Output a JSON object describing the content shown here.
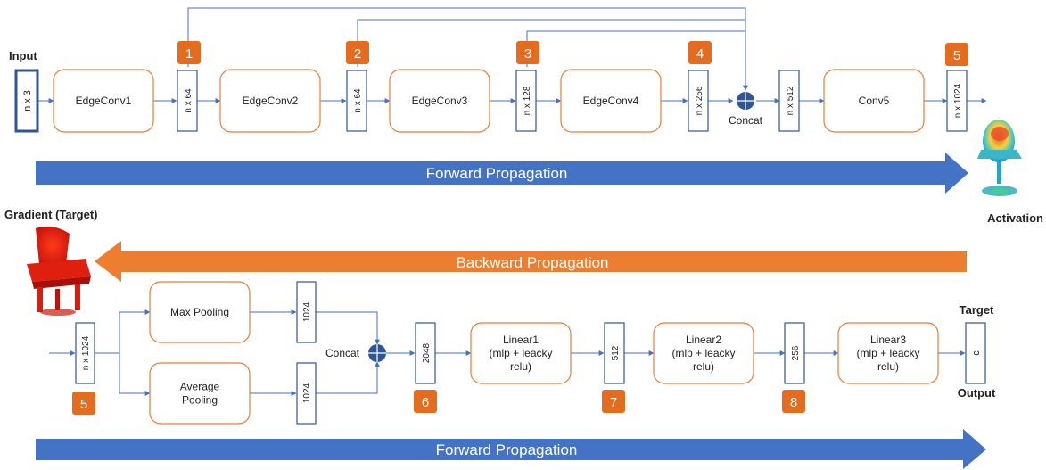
{
  "colors": {
    "blue": "#4472c4",
    "dark_blue": "#2f5597",
    "orange": "#ed7d31",
    "badge_orange": "#e36c1f",
    "text": "#222222"
  },
  "labels": {
    "input": "Input",
    "activation": "Activation",
    "gradient_target": "Gradient (Target)",
    "target": "Target",
    "output": "Output",
    "concat": "Concat",
    "forward": "Forward Propagation",
    "backward": "Backward Propagation"
  },
  "blocks": {
    "edgeconv1": [
      "EdgeConv1"
    ],
    "edgeconv2": [
      "EdgeConv2"
    ],
    "edgeconv3": [
      "EdgeConv3"
    ],
    "edgeconv4": [
      "EdgeConv4"
    ],
    "conv5": [
      "Conv5"
    ],
    "max_pooling": [
      "Max Pooling"
    ],
    "average_pooling": [
      "Average",
      "Pooling"
    ],
    "linear1": [
      "Linear1",
      "(mlp + leacky",
      "relu)"
    ],
    "linear2": [
      "Linear2",
      "(mlp + leacky",
      "relu)"
    ],
    "linear3": [
      "Linear3",
      "(mlp + leacky",
      "relu)"
    ]
  },
  "tensors": {
    "in": "n x 3",
    "t1": "n x 64",
    "t2": "n x 64",
    "t3": "n x 128",
    "t4": "n x 256",
    "t5": "n x 512",
    "t6": "n x 1024",
    "b_in": "n x 1024",
    "max_out": "1024",
    "avg_out": "1024",
    "cat": "2048",
    "l1": "512",
    "l2": "256",
    "out": "c"
  },
  "badges": {
    "b1": "1",
    "b2": "2",
    "b3": "3",
    "b4": "4",
    "b5": "5",
    "b6": "5",
    "b7": "6",
    "b8": "7",
    "b9": "8"
  }
}
